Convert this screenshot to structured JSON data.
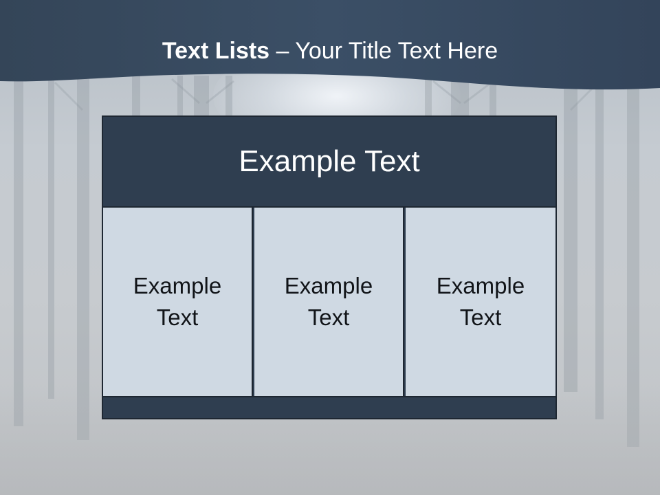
{
  "slide": {
    "title_bold": "Text Lists",
    "title_rest": "– Your Title Text Here"
  },
  "table": {
    "header": "Example Text",
    "cells": [
      "Example Text",
      "Example Text",
      "Example Text"
    ]
  },
  "colors": {
    "header_band": "#3a4d63",
    "table_dark": "#2f3e50",
    "table_light": "#cfd9e3",
    "border": "#1e2732"
  }
}
